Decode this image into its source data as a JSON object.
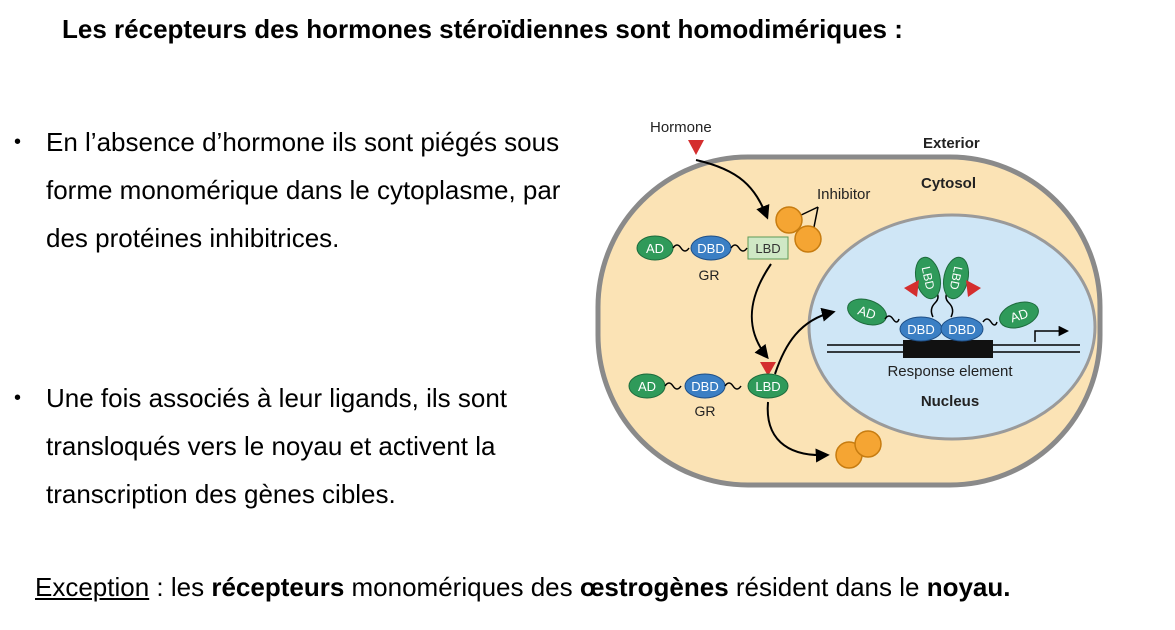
{
  "title": "Les récepteurs des hormones stéroïdiennes sont homodimériques :",
  "bullets": [
    "En l’absence d’hormone ils sont piégés sous forme monomérique dans le cytoplasme, par des protéines inhibitrices.",
    "Une fois associés à leur ligands, ils sont transloqués vers le noyau et activent la transcription des gènes cibles."
  ],
  "exception": {
    "label": "Exception",
    "sep": " : les ",
    "w1": "récepteurs",
    "t1": " monomériques des ",
    "w2": "œstrogènes",
    "t2": " résident dans le ",
    "w3": "noyau."
  },
  "diagram": {
    "hormone": "Hormone",
    "exterior": "Exterior",
    "cytosol": "Cytosol",
    "inhibitor": "Inhibitor",
    "ad": "AD",
    "dbd": "DBD",
    "lbd": "LBD",
    "gr": "GR",
    "response_element": "Response element",
    "nucleus": "Nucleus"
  },
  "colors": {
    "cell_fill": "#fbe3b5",
    "cell_stroke": "#8a8a8a",
    "nucleus_fill": "#cfe6f6",
    "ad_green": "#2f9a5a",
    "dbd_blue": "#3b7fc4",
    "lbd_light": "#cfe8c5",
    "inhibitor_orange": "#f5a533",
    "hormone_red": "#d42e2e"
  }
}
